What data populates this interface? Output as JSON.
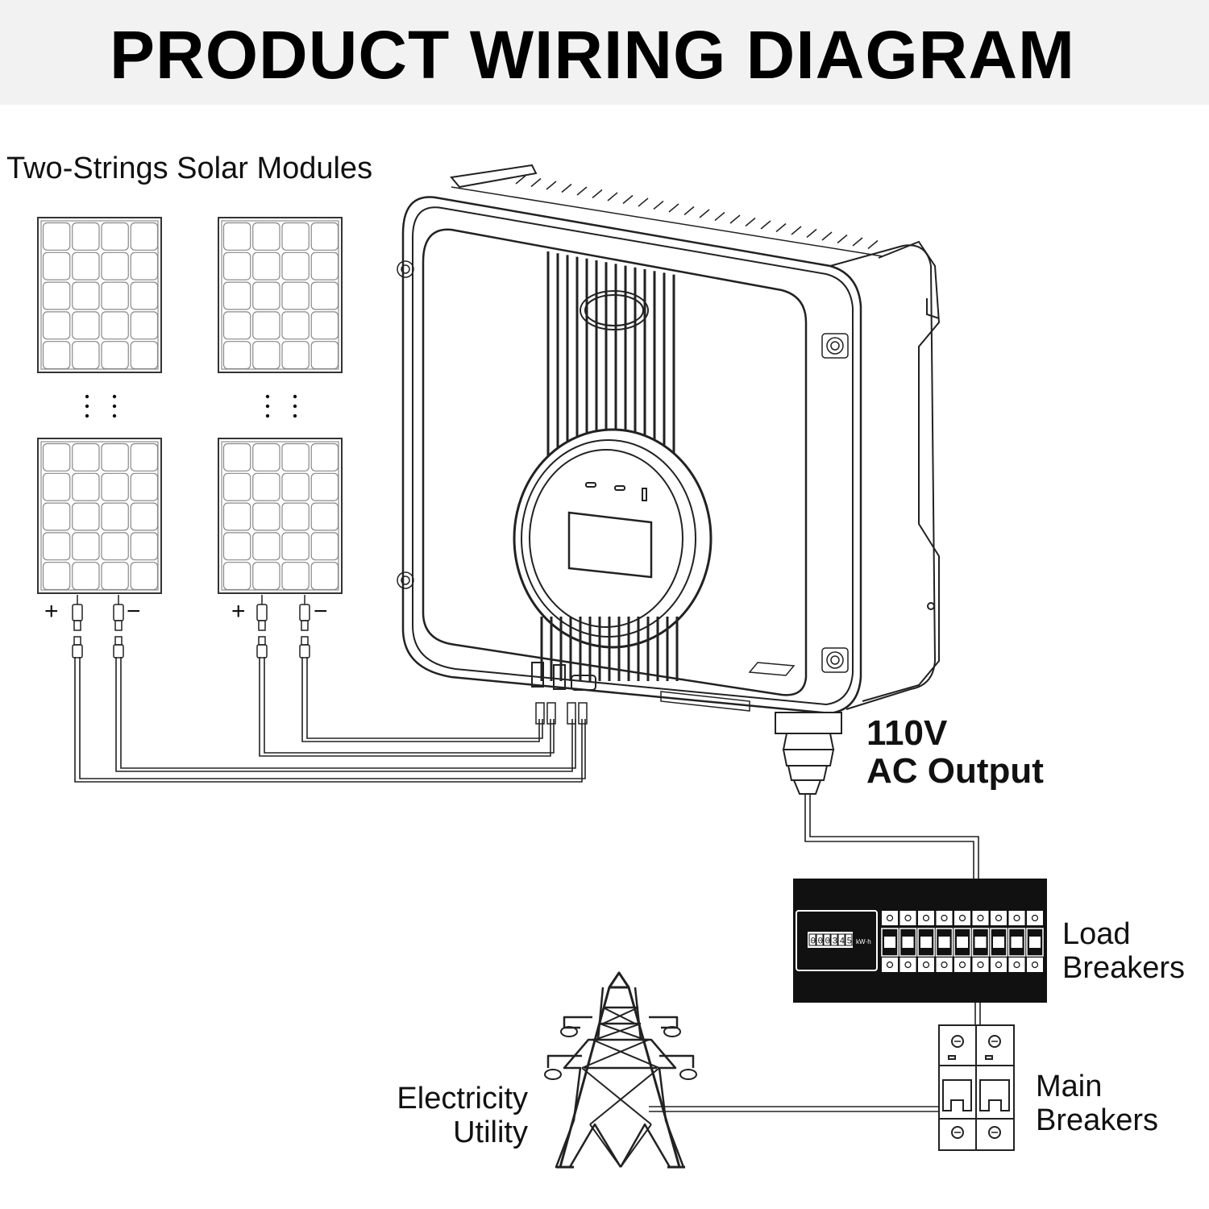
{
  "header": {
    "title": "PRODUCT WIRING DIAGRAM"
  },
  "labels": {
    "modules": "Two-Strings Solar Modules",
    "ac_output_line1": "110V",
    "ac_output_line2": "AC Output",
    "load_breakers_line1": "Load",
    "load_breakers_line2": "Breakers",
    "main_breakers_line1": "Main",
    "main_breakers_line2": "Breakers",
    "utility_line1": "Electricity",
    "utility_line2": "Utility"
  },
  "polarity": {
    "plus": "+",
    "minus": "−"
  },
  "meter": {
    "reading": "000345",
    "unit": "kW·h"
  },
  "icons": [
    "solar-panel-icon",
    "inverter-icon",
    "mc4-connector-icon",
    "cable-gland-icon",
    "distribution-board-icon",
    "main-breaker-icon",
    "transmission-tower-icon"
  ]
}
